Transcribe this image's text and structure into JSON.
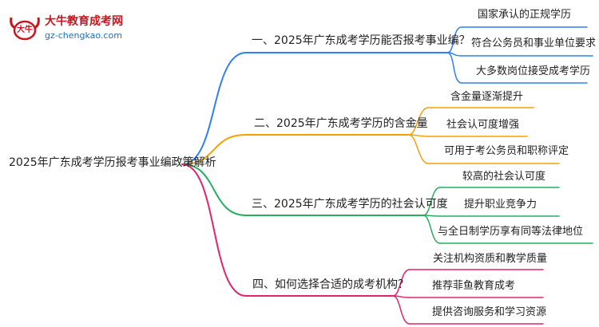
{
  "logo": {
    "name": "大牛教育成考网",
    "site": "gz-chengkao.com",
    "emblem_text": "大牛",
    "brand_color": "#c9151e",
    "url_color": "#1d6fb8"
  },
  "mindmap": {
    "root": "2025年广东成考学历报考事业编政策解析",
    "branches": [
      {
        "label": "一、2025年广东成考学历能否报考事业编？",
        "color": "#2f80ed",
        "leaves": [
          "国家承认的正规学历",
          "符合公务员和事业单位要求",
          "大多数岗位接受成考学历"
        ]
      },
      {
        "label": "二、2025年广东成考学历的含金量",
        "color": "#f2a100",
        "leaves": [
          "含金量逐渐提升",
          "社会认可度增强",
          "可用于考公务员和职称评定"
        ]
      },
      {
        "label": "三、2025年广东成考学历的社会认可度",
        "color": "#27ae60",
        "leaves": [
          "较高的社会认可度",
          "提升职业竞争力",
          "与全日制学历享有同等法律地位"
        ]
      },
      {
        "label": "四、如何选择合适的成考机构？",
        "color": "#e0246f",
        "leaves": [
          "关注机构资质和教学质量",
          "推荐菲鱼教育成考",
          "提供咨询服务和学习资源"
        ]
      }
    ]
  }
}
